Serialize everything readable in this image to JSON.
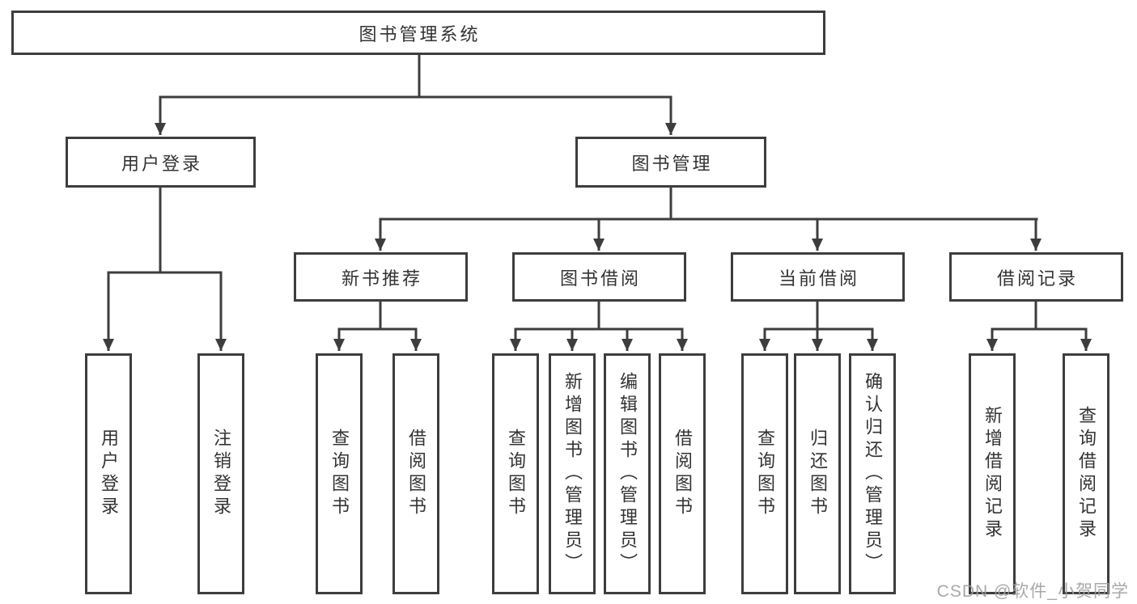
{
  "tree": {
    "root": {
      "label": "图书管理系统"
    },
    "branches": [
      {
        "label": "用户登录",
        "children": [
          {
            "label": "用户登录"
          },
          {
            "label": "注销登录"
          }
        ]
      },
      {
        "label": "图书管理",
        "children": [
          {
            "label": "新书推荐",
            "children": [
              {
                "label": "查询图书"
              },
              {
                "label": "借阅图书"
              }
            ]
          },
          {
            "label": "图书借阅",
            "children": [
              {
                "label": "查询图书"
              },
              {
                "label": "新增图书（管理员）"
              },
              {
                "label": "编辑图书（管理员）"
              },
              {
                "label": "借阅图书"
              }
            ]
          },
          {
            "label": "当前借阅",
            "children": [
              {
                "label": "查询图书"
              },
              {
                "label": "归还图书"
              },
              {
                "label": "确认归还（管理员）"
              }
            ]
          },
          {
            "label": "借阅记录",
            "children": [
              {
                "label": "新增借阅记录"
              },
              {
                "label": "查询借阅记录"
              }
            ]
          }
        ]
      }
    ]
  },
  "watermark": {
    "text": "CSDN @软件_小贺同学"
  },
  "colors": {
    "line": "#3d3d3d",
    "box_border": "#3d3d3d",
    "text": "#333333",
    "watermark": "#9e9e9e",
    "background": "#ffffff"
  }
}
